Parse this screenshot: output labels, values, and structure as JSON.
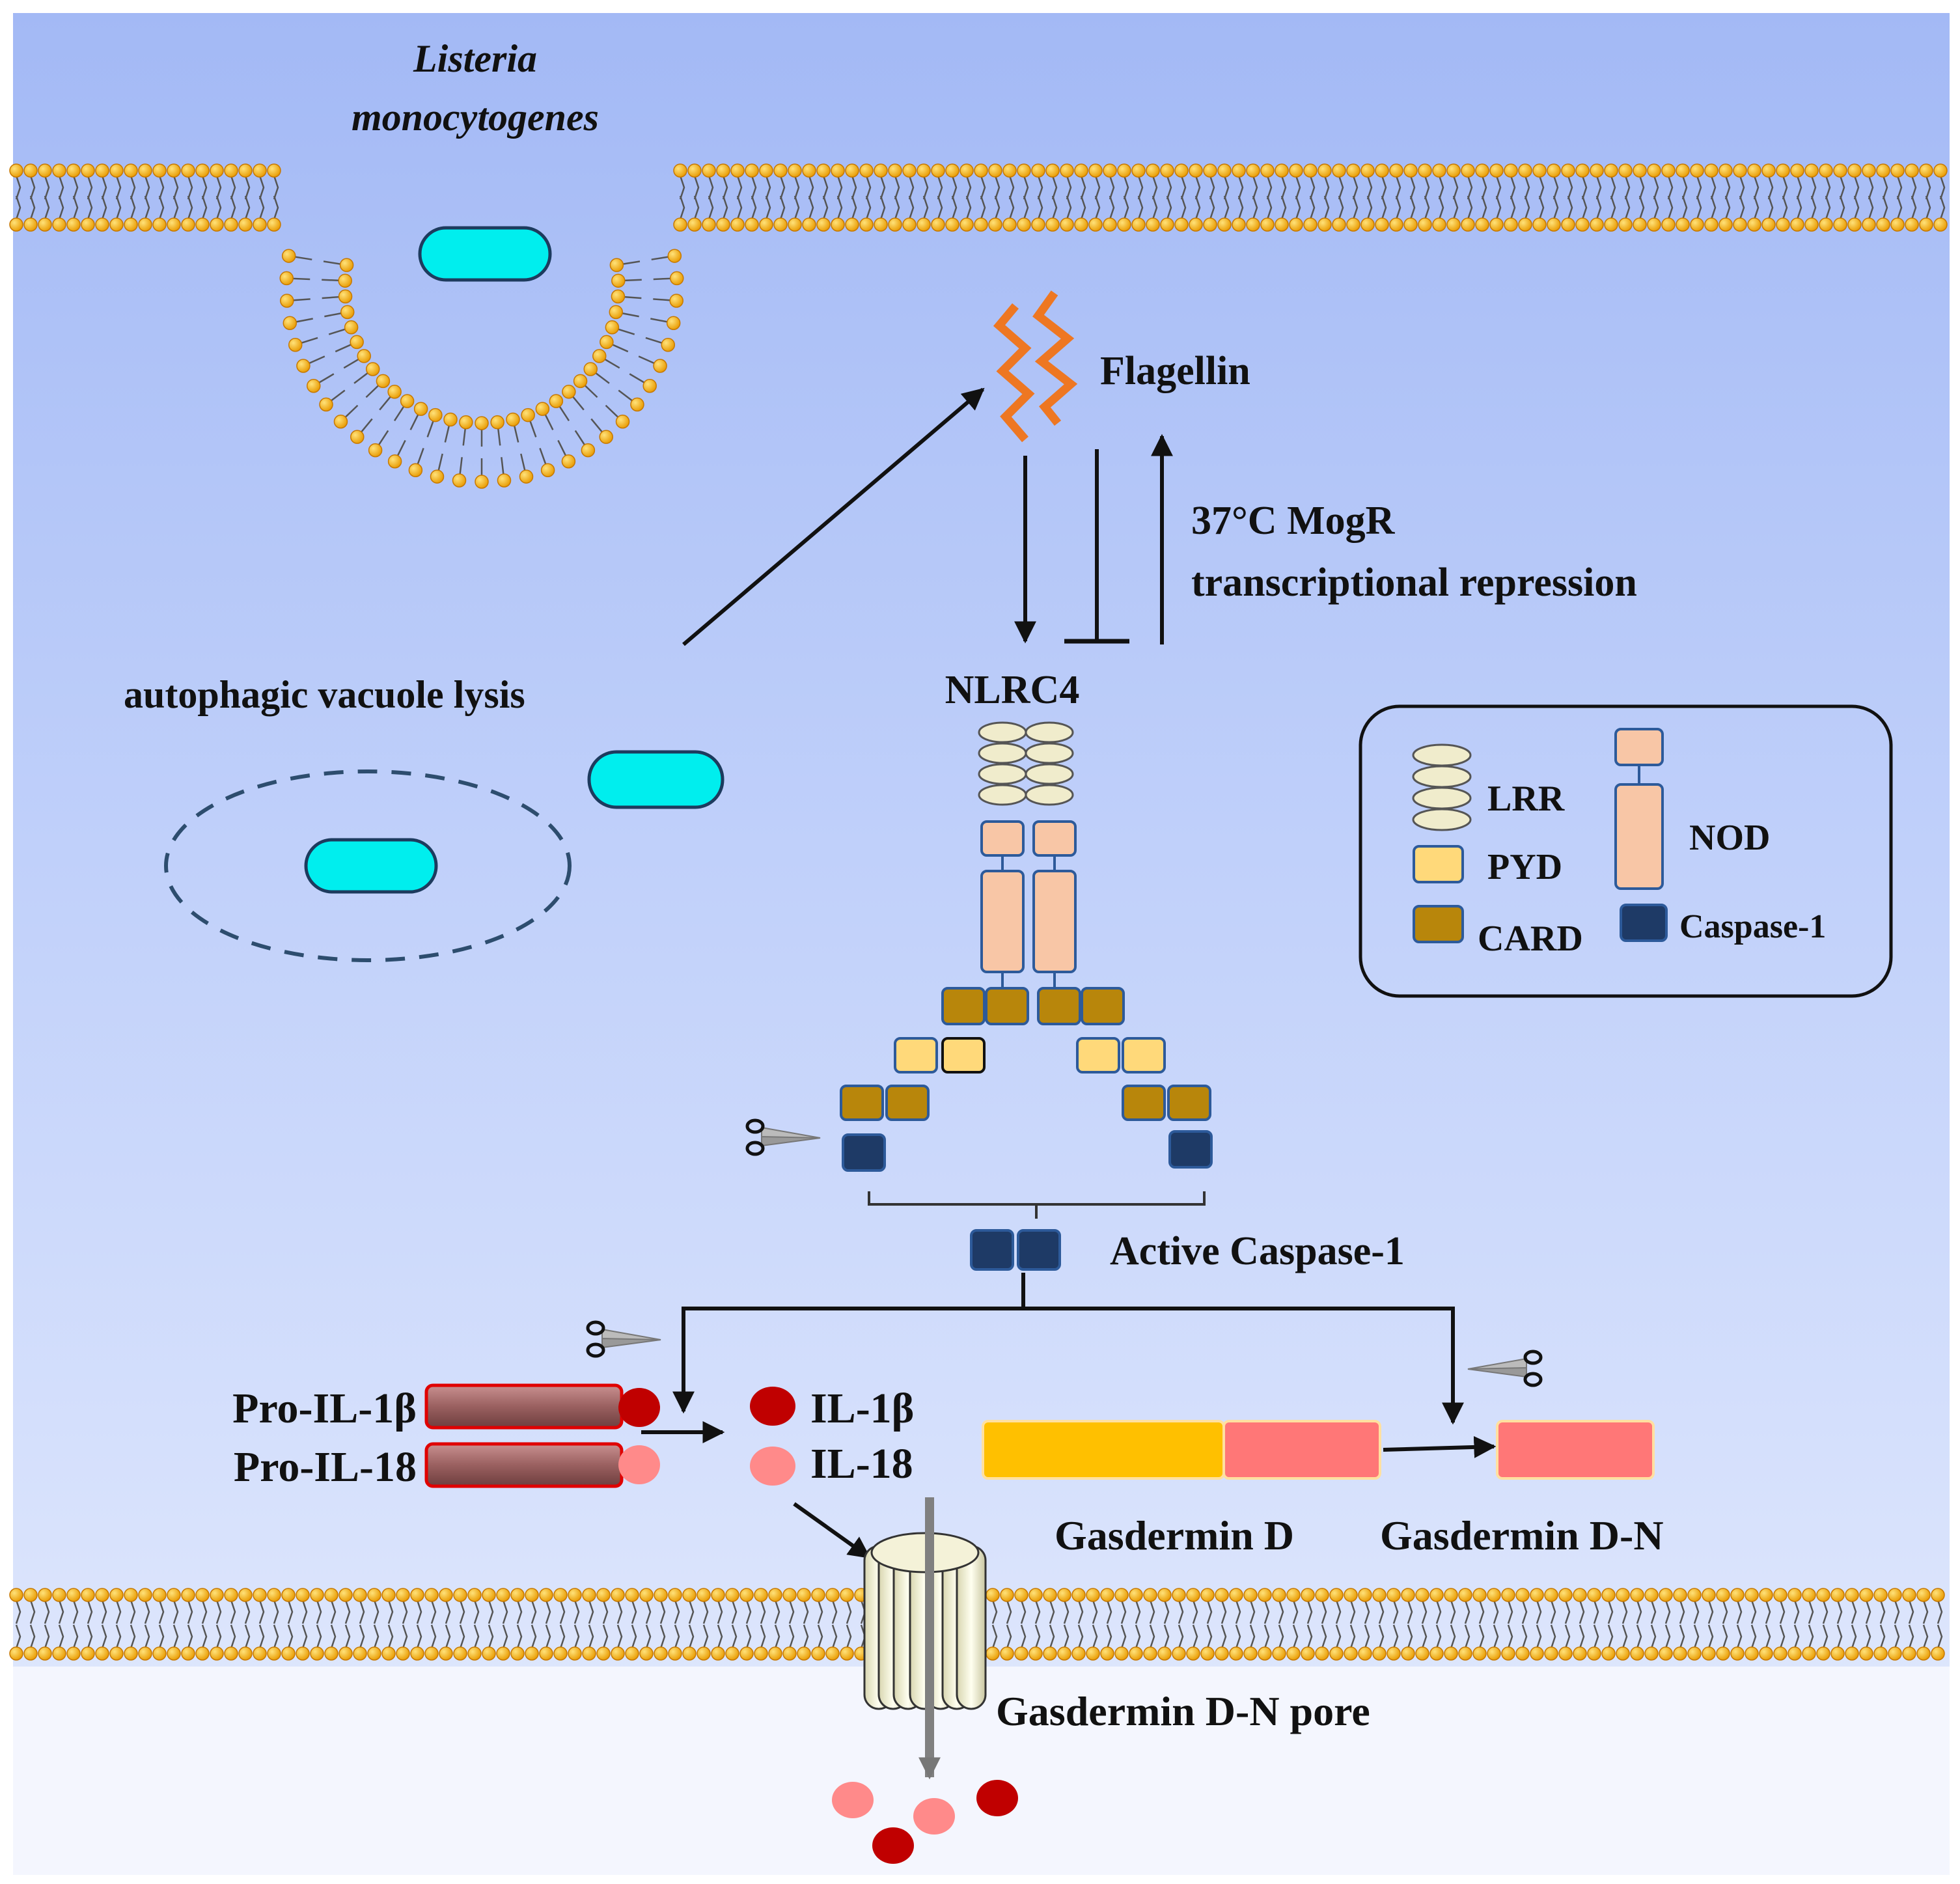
{
  "labels": {
    "listeria_line1": "Listeria",
    "listeria_line2": "monocytogenes",
    "flagellin": "Flagellin",
    "repression_line1": "37°C  MogR",
    "repression_line2": "transcriptional repression",
    "autophagic": "autophagic vacuole lysis",
    "nlrc4": "NLRC4",
    "active_caspase": "Active Caspase-1",
    "pro_il1b": "Pro-IL-1β",
    "pro_il18": "Pro-IL-18",
    "il1b": "IL-1β",
    "il18": "IL-18",
    "gasdermin_d": "Gasdermin D",
    "gasdermin_dn": "Gasdermin D-N",
    "pore": "Gasdermin D-N pore"
  },
  "legend": {
    "lrr": "LRR",
    "pyd": "PYD",
    "card": "CARD",
    "nod": "NOD",
    "caspase": "Caspase-1"
  },
  "colors": {
    "bacterium": "#00eeee",
    "lrr": "#f0eccc",
    "pyd": "#ffd97a",
    "card": "#b8860b",
    "nod": "#f8c6a6",
    "caspase": "#1e3a66",
    "il1b": "#c00000",
    "il18": "#ff8a8a",
    "gasdermin_full": "#ffc000",
    "gasdermin_n": "#ff7777",
    "membrane_head": "#ffb000"
  }
}
